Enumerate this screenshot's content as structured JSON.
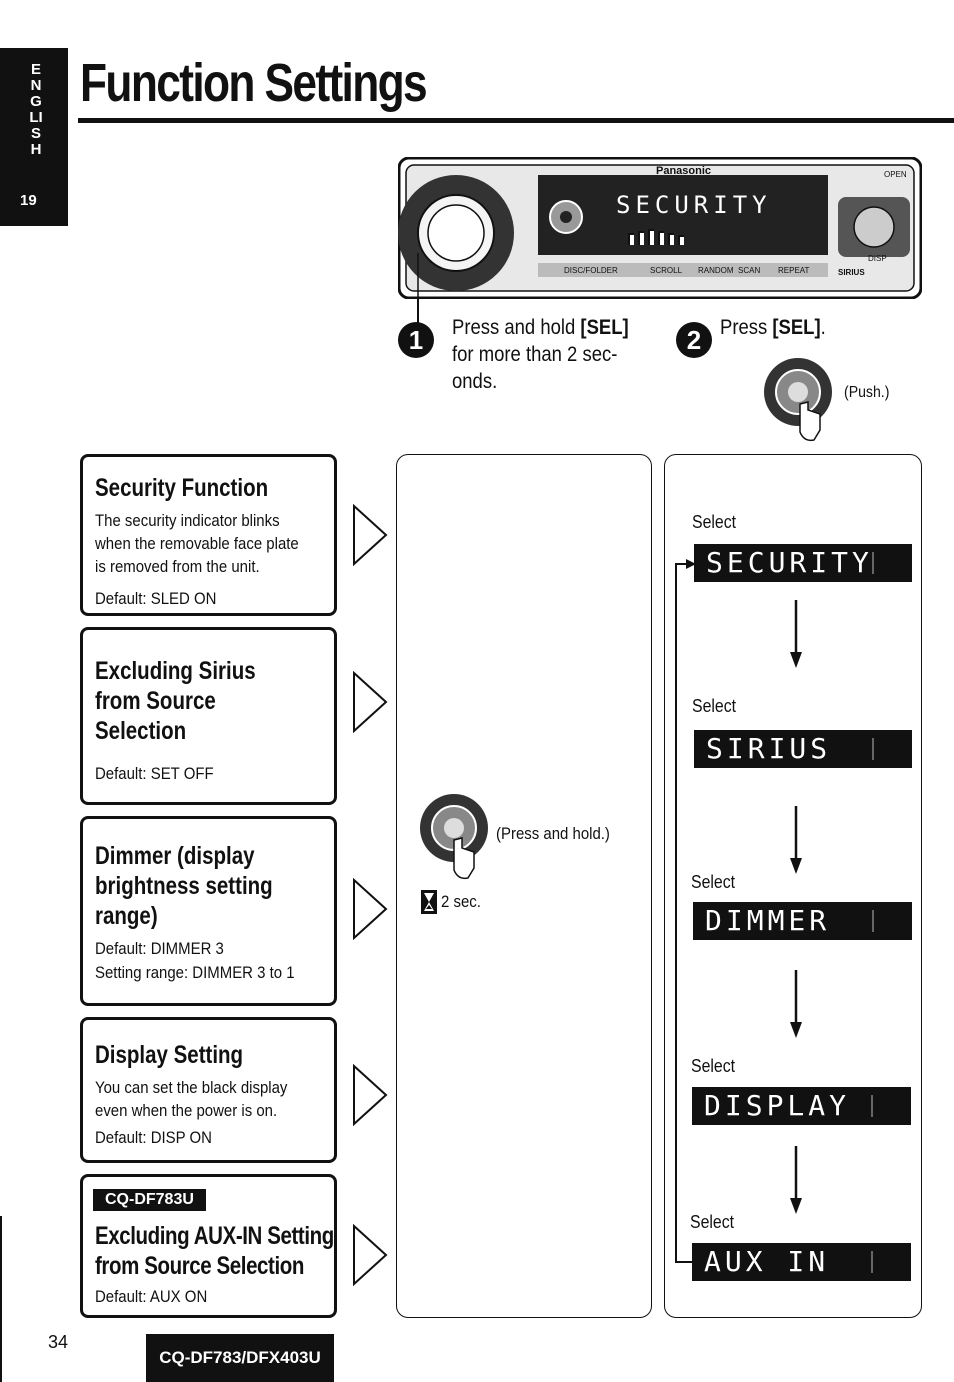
{
  "sidebar": {
    "letters": "ENGLISH",
    "page_index": "19"
  },
  "header": {
    "title": "Function Settings"
  },
  "device": {
    "brand": "Panasonic",
    "display_text": "SECURITY",
    "labels": {
      "disc_folder": "DISC/FOLDER",
      "scroll": "SCROLL",
      "random": "RANDOM",
      "scan": "SCAN",
      "repeat": "REPEAT",
      "sirius": "SIRIUS",
      "open": "OPEN",
      "disp": "DISP"
    }
  },
  "steps": [
    {
      "num": "1",
      "text_a": "Press and hold ",
      "key": "[SEL]",
      "text_b": "for more than 2 sec-",
      "text_c": "onds."
    },
    {
      "num": "2",
      "text_a": "Press ",
      "key": "[SEL]",
      "text_b": ".",
      "note": "(Push.)"
    }
  ],
  "cards": [
    {
      "title_lines": [
        "Security Function"
      ],
      "desc_lines": [
        "The security indicator blinks",
        "when the removable face plate",
        "is removed from the unit."
      ],
      "default": "Default: SLED ON"
    },
    {
      "title_lines": [
        "Excluding Sirius",
        "from Source",
        "Selection"
      ],
      "desc_lines": [],
      "default": "Default: SET OFF"
    },
    {
      "title_lines": [
        "Dimmer (display",
        "brightness setting",
        "range)"
      ],
      "desc_lines": [],
      "default": "Default: DIMMER 3",
      "extra": "Setting range: DIMMER 3 to 1"
    },
    {
      "title_lines": [
        "Display Setting"
      ],
      "desc_lines": [
        "You can set the black display",
        "even when the power is on."
      ],
      "default": "Default: DISP ON"
    },
    {
      "badge": "CQ-DF783U",
      "title_lines": [
        "Excluding AUX-IN Setting",
        "from Source Selection"
      ],
      "desc_lines": [],
      "default": "Default: AUX ON"
    }
  ],
  "middle": {
    "press_note": "(Press and hold.)",
    "time_note": "2 sec."
  },
  "selections": [
    {
      "label": "Select",
      "lcd": "SECURITY"
    },
    {
      "label": "Select",
      "lcd": "SIRIUS"
    },
    {
      "label": "Select",
      "lcd": "DIMMER"
    },
    {
      "label": "Select",
      "lcd": "DISPLAY"
    },
    {
      "label": "Select",
      "lcd": "AUX IN"
    }
  ],
  "footer": {
    "page_number": "34",
    "model": "CQ-DF783/DFX403U"
  }
}
